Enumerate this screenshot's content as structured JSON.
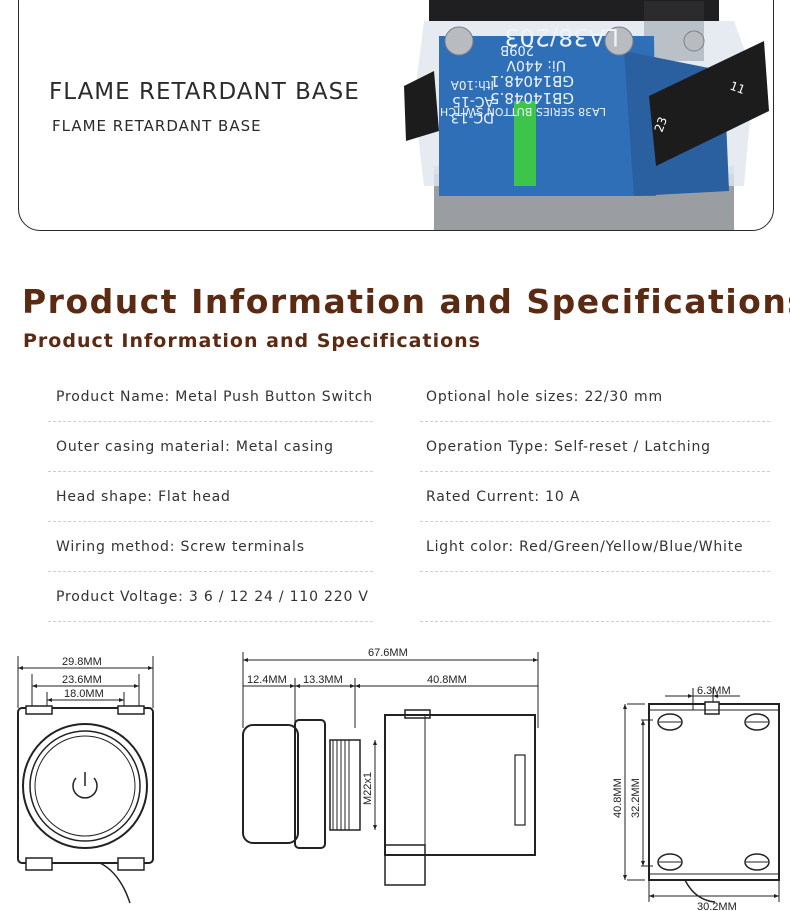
{
  "banner": {
    "title": "FLAME RETARDANT BASE",
    "subtitle": "FLAME RETARDANT BASE",
    "photo_labels": {
      "model": "LA38/203",
      "code": "209B",
      "rating": "Ui: 440V",
      "std1": "GB14048.1",
      "std2": "GB14048.5",
      "ac": "AC-15",
      "dc": "DC-13",
      "ith": "Ith:10A",
      "series": "LA38 SERIES BUTTON SWITCH",
      "t11": "11",
      "t23": "23"
    }
  },
  "heading": {
    "main": "Product Information and Specifications",
    "sub": "Product Information and Specifications"
  },
  "specs": [
    {
      "left": "Product Name: Metal Push Button Switch",
      "right": "Optional hole sizes: 22/30 mm"
    },
    {
      "left": "Outer casing material: Metal casing",
      "right": "Operation Type: Self-reset / Latching"
    },
    {
      "left": "Head shape: Flat head",
      "right": "Rated Current: 10 A"
    },
    {
      "left": "Wiring method: Screw terminals",
      "right": "Light color: Red/Green/Yellow/Blue/White"
    },
    {
      "left": "Product Voltage: 3   6 / 12   24 / 110   220 V",
      "right": ""
    }
  ],
  "drawings": {
    "front": {
      "w1": "29.8MM",
      "w2": "23.6MM",
      "w3": "18.0MM"
    },
    "side": {
      "total": "67.6MM",
      "a": "12.4MM",
      "b": "13.3MM",
      "c": "40.8MM",
      "thread": "M22x1"
    },
    "back": {
      "top": "6.3MM",
      "h_outer": "40.8MM",
      "h_inner": "32.2MM",
      "bottom": "30.2MM"
    }
  },
  "colors": {
    "heading": "#5b2a12",
    "base_blue": "#2f6fb7",
    "accent_green": "#3cc54a"
  }
}
